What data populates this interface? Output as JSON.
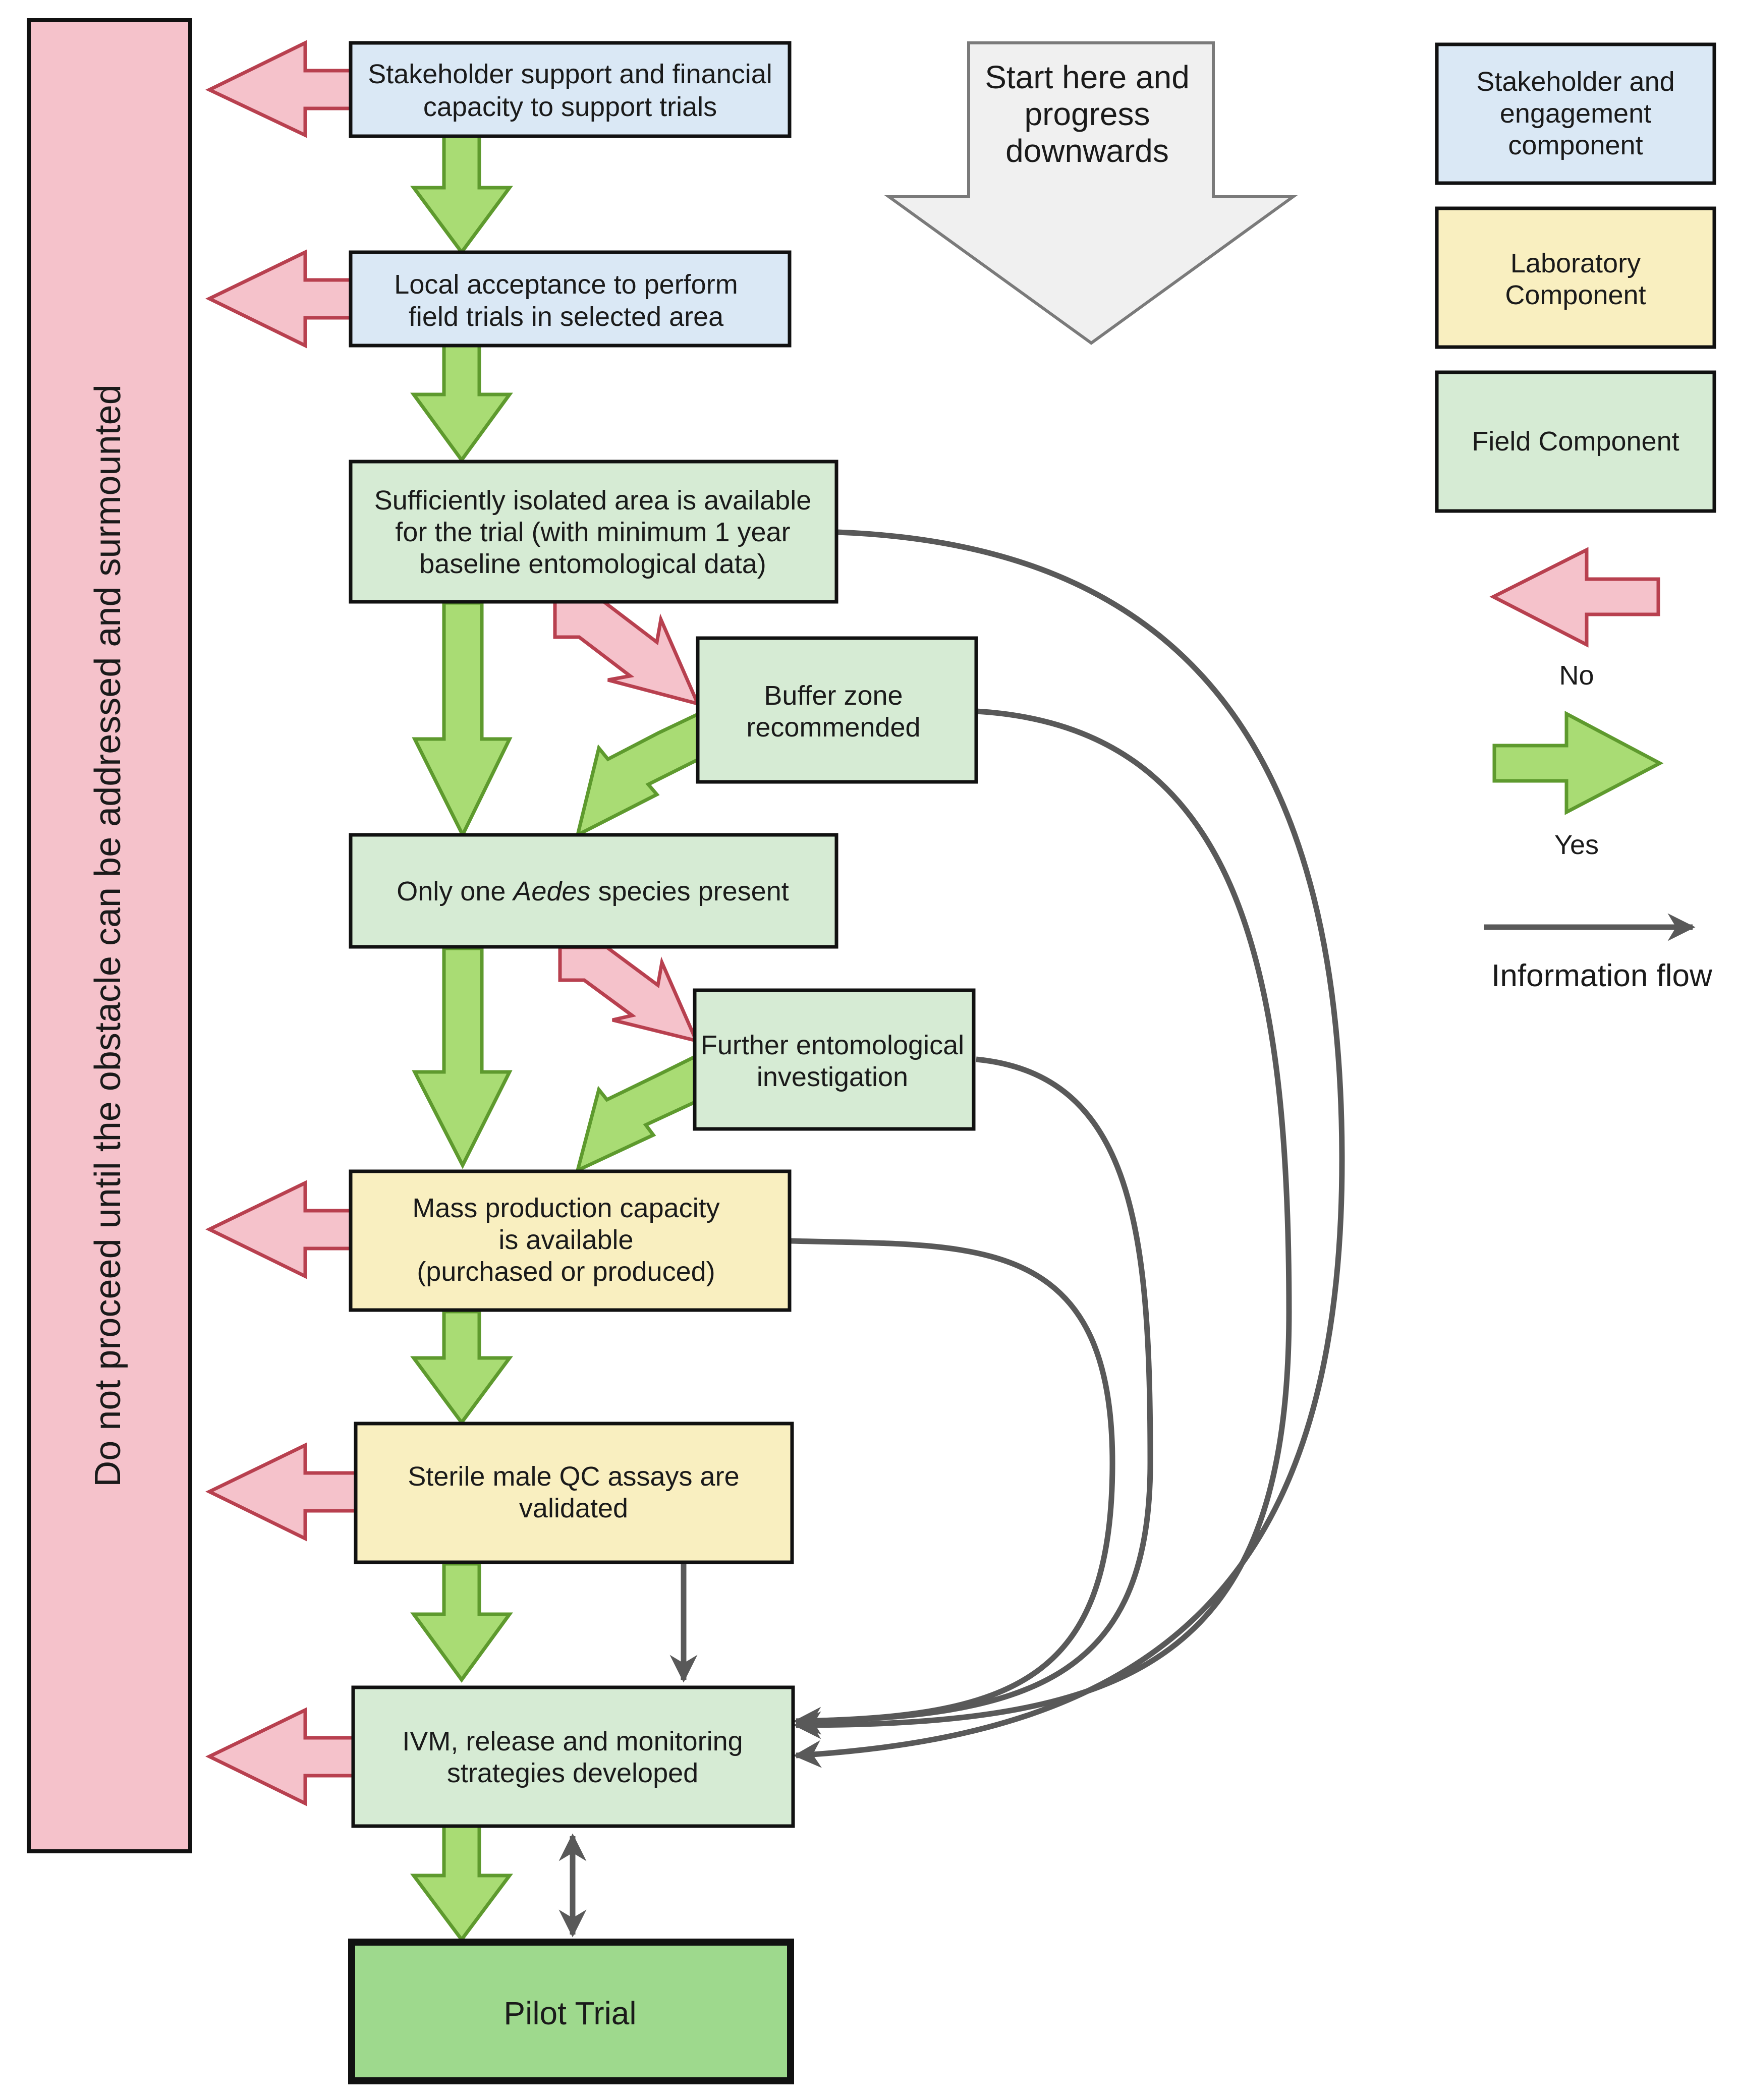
{
  "side_banner": "Do not proceed until the obstacle can be addressed and surmounted",
  "start_arrow": [
    "Start here and",
    "progress",
    "downwards"
  ],
  "boxes": {
    "stakeholder": [
      "Stakeholder support and financial",
      "capacity to support trials"
    ],
    "local": [
      "Local acceptance to perform",
      "field trials in selected area"
    ],
    "isolated": [
      "Sufficiently isolated area is available",
      "for the trial (with minimum 1 year",
      "baseline entomological data)"
    ],
    "buffer": [
      "Buffer zone",
      "recommended"
    ],
    "aedes": {
      "pre": "Only one ",
      "italic": "Aedes",
      "post": " species present"
    },
    "further": [
      "Further entomological",
      "investigation"
    ],
    "mass": [
      "Mass production capacity",
      "is available",
      "(purchased or produced)"
    ],
    "sterile": [
      "Sterile male QC assays are",
      "validated"
    ],
    "ivm": [
      "IVM, release and monitoring",
      "strategies developed"
    ],
    "pilot": "Pilot Trial"
  },
  "legend": {
    "stakeholder": [
      "Stakeholder and",
      "engagement",
      "component"
    ],
    "lab": [
      "Laboratory",
      "Component"
    ],
    "field": "Field Component",
    "no": "No",
    "yes": "Yes",
    "info": "Information flow"
  },
  "colors": {
    "blue_fill": "#dae8f5",
    "yellow_fill": "#f9efc0",
    "green_fill": "#d6ebd4",
    "pilot_fill": "#9ed98d",
    "red_fill": "#f5c2cb",
    "red_stroke": "#b8404f",
    "green_arrow_fill": "#a9dc74",
    "green_arrow_stroke": "#5e9a2e",
    "info_line": "#595959",
    "start_fill": "#f0f0f0"
  }
}
